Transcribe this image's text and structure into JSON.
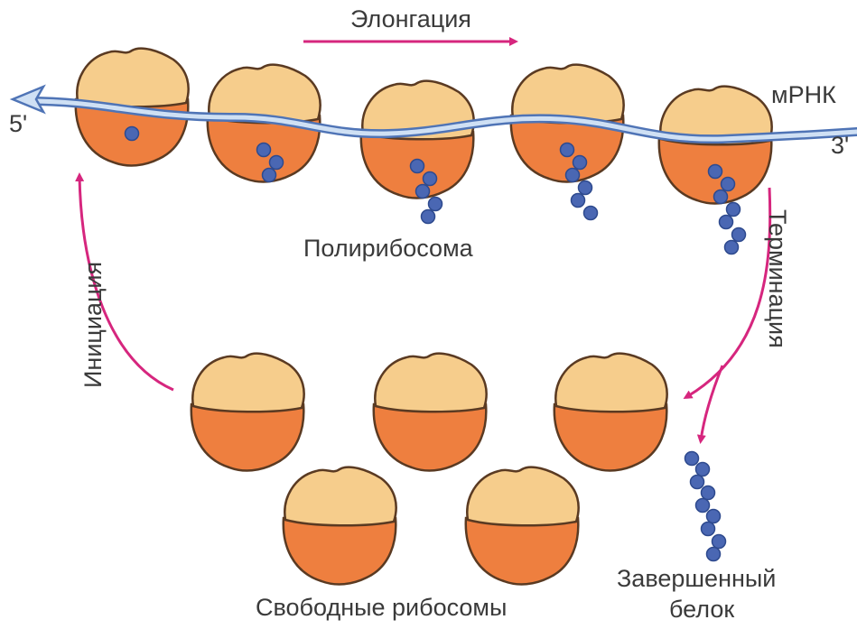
{
  "labels": {
    "elongation": "Элонгация",
    "mrna": "мРНК",
    "five_prime": "5'",
    "three_prime": "3'",
    "polyribosome": "Полирибосома",
    "initiation": "Инициация",
    "termination": "Терминация",
    "free_ribosomes": "Свободные рибосомы",
    "completed_protein_line1": "Завершенный",
    "completed_protein_line2": "белок"
  },
  "colors": {
    "small_subunit": "#f6cd8c",
    "large_subunit": "#ee7f3f",
    "outline": "#5a3a22",
    "amino_acid": "#4a67b3",
    "arrow": "#d6267e",
    "mrna": "#7a9ed6"
  },
  "polysome_chain_lengths": [
    1,
    3,
    5,
    6,
    7
  ]
}
